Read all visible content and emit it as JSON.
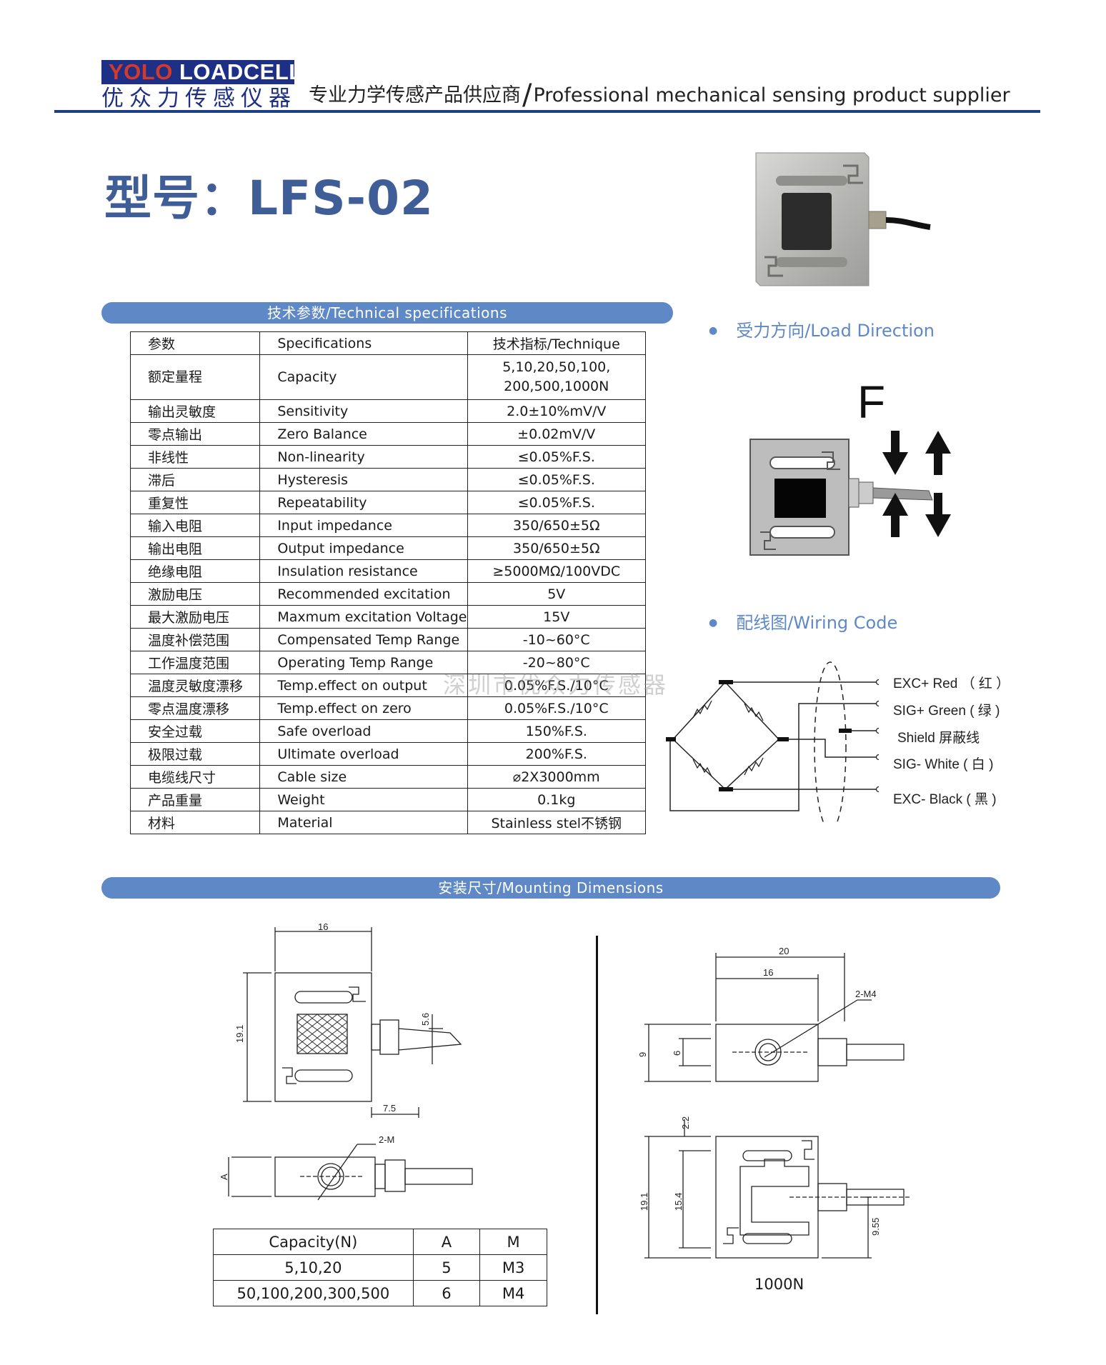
{
  "header": {
    "logo_yolo": "YOLO",
    "logo_loadcell": "LOADCELL",
    "logo_cn": "优众力传感仪器",
    "tagline_cn": "专业力学传感产品供应商",
    "tagline_slash": "/",
    "tagline_en": "Professional mechanical sensing product supplier"
  },
  "model_title": "型号：LFS-02",
  "sections": {
    "tech_specs": "技术参数/Technical specifications",
    "load_direction": "受力方向/Load Direction",
    "wiring_code": "配线图/Wiring Code",
    "mounting": "安装尺寸/Mounting Dimensions"
  },
  "load_force_label": "F",
  "spec_table": {
    "headers": [
      "参数",
      "Specifications",
      "技术指标/Technique"
    ],
    "rows": [
      {
        "cn": "额定量程",
        "en": "Capacity",
        "value": "5,10,20,50,100,",
        "value2": "200,500,1000N"
      },
      {
        "cn": "输出灵敏度",
        "en": "Sensitivity",
        "value": "2.0±10%mV/V"
      },
      {
        "cn": "零点输出",
        "en": "Zero Balance",
        "value": "±0.02mV/V"
      },
      {
        "cn": "非线性",
        "en": "Non-linearity",
        "value": "≤0.05%F.S."
      },
      {
        "cn": "滞后",
        "en": "Hysteresis",
        "value": "≤0.05%F.S."
      },
      {
        "cn": "重复性",
        "en": "Repeatability",
        "value": "≤0.05%F.S."
      },
      {
        "cn": "输入电阻",
        "en": "Input impedance",
        "value": "350/650±5Ω"
      },
      {
        "cn": "输出电阻",
        "en": "Output impedance",
        "value": "350/650±5Ω"
      },
      {
        "cn": "绝缘电阻",
        "en": "Insulation resistance",
        "value": "≥5000MΩ/100VDC"
      },
      {
        "cn": "激励电压",
        "en": "Recommended excitation",
        "value": "5V"
      },
      {
        "cn": "最大激励电压",
        "en": "Maxmum excitation Voltage",
        "value": "15V"
      },
      {
        "cn": "温度补偿范围",
        "en": "Compensated Temp Range",
        "value": "-10~60°C"
      },
      {
        "cn": "工作温度范围",
        "en": "Operating Temp Range",
        "value": "-20~80°C"
      },
      {
        "cn": "温度灵敏度漂移",
        "en": "Temp.effect on output",
        "value": "0.05%F.S./10°C"
      },
      {
        "cn": "零点温度漂移",
        "en": "Temp.effect on zero",
        "value": "0.05%F.S./10°C"
      },
      {
        "cn": "安全过载",
        "en": "Safe overload",
        "value": "150%F.S."
      },
      {
        "cn": "极限过载",
        "en": "Ultimate overload",
        "value": "200%F.S."
      },
      {
        "cn": "电缆线尺寸",
        "en": "Cable size",
        "value": "⌀2X3000mm"
      },
      {
        "cn": "产品重量",
        "en": "Weight",
        "value": "0.1kg"
      },
      {
        "cn": "材料",
        "en": "Material",
        "value": "Stainless stel不锈钢"
      }
    ]
  },
  "wiring": [
    {
      "label": "EXC+ Red （ 红 ）"
    },
    {
      "label": "SIG+ Green ( 绿 )"
    },
    {
      "label": "Shield   屏蔽线"
    },
    {
      "label": "SIG- White ( 白 )"
    },
    {
      "label": "EXC- Black ( 黑 )"
    }
  ],
  "watermark": "深圳市优众力传感器",
  "dims": {
    "front_width": "16",
    "front_height": "19.1",
    "cable_offset": "5.6",
    "cable_len": "7.5",
    "side_hole": "2-M",
    "side_A": "A",
    "top_width_20": "20",
    "top_width_16": "16",
    "top_hole": "2-M4",
    "top_9": "9",
    "top_6": "6",
    "k_2_2": "2.2",
    "k_19_1": "19.1",
    "k_15_4": "15.4",
    "k_9_55": "9.55"
  },
  "mount_table": {
    "headers": [
      "Capacity(N)",
      "A",
      "M"
    ],
    "rows": [
      [
        "5,10,20",
        "5",
        "M3"
      ],
      [
        "50,100,200,300,500",
        "6",
        "M4"
      ]
    ]
  },
  "capacity_1000": "1000N"
}
